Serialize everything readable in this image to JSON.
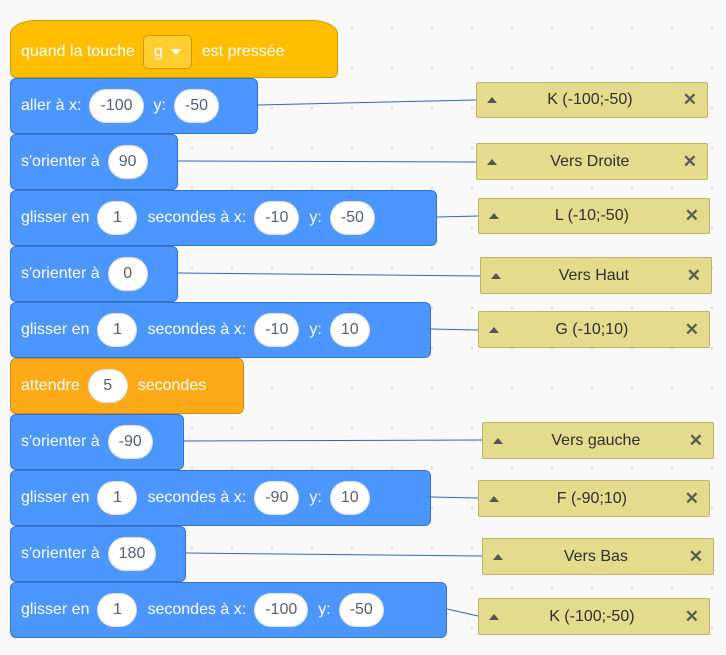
{
  "hat": {
    "label1": "quand la touche",
    "key": "g",
    "label2": "est pressée"
  },
  "blocks": [
    {
      "label1": "aller à x:",
      "x": "-100",
      "label2": "y:",
      "y": "-50"
    },
    {
      "label1": "s'orienter à",
      "value": "90"
    },
    {
      "label1": "glisser en",
      "secs": "1",
      "label2": "secondes à x:",
      "x": "-10",
      "label3": "y:",
      "y": "-50"
    },
    {
      "label1": "s'orienter à",
      "value": "0"
    },
    {
      "label1": "glisser en",
      "secs": "1",
      "label2": "secondes à x:",
      "x": "-10",
      "label3": "y:",
      "y": "10"
    },
    {
      "label1": "attendre",
      "value": "5",
      "label2": "secondes"
    },
    {
      "label1": "s'orienter à",
      "value": "-90"
    },
    {
      "label1": "glisser en",
      "secs": "1",
      "label2": "secondes à x:",
      "x": "-90",
      "label3": "y:",
      "y": "10"
    },
    {
      "label1": "s'orienter à",
      "value": "180"
    },
    {
      "label1": "glisser en",
      "secs": "1",
      "label2": "secondes à x:",
      "x": "-100",
      "label3": "y:",
      "y": "-50"
    }
  ],
  "comments": [
    {
      "text": "K (-100;-50)"
    },
    {
      "text": "Vers Droite"
    },
    {
      "text": "L (-10;-50)"
    },
    {
      "text": "Vers Haut"
    },
    {
      "text": "G (-10;10)"
    },
    {
      "text": "Vers gauche"
    },
    {
      "text": "F (-90;10)"
    },
    {
      "text": "Vers Bas"
    },
    {
      "text": "K (-100;-50)"
    }
  ],
  "colors": {
    "motion": "#4c97ff",
    "events": "#ffbf00",
    "control": "#ffab19",
    "comment": "#e4db8c"
  },
  "icons": {
    "comment_toggle": "triangle-up-icon",
    "comment_delete": "close-icon",
    "dropdown": "chevron-down-icon"
  }
}
